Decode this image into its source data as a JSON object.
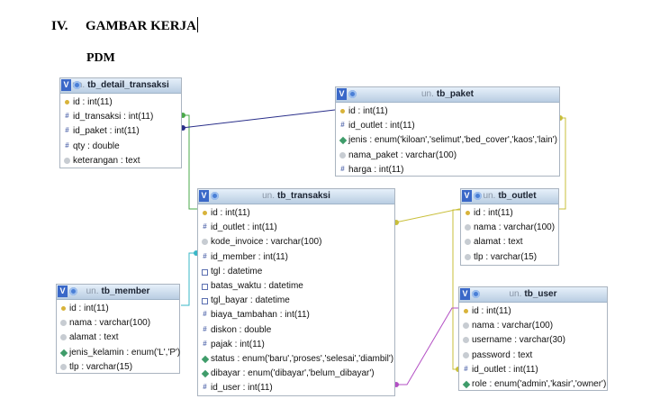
{
  "heading": {
    "number": "IV.",
    "title": "GAMBAR KERJA"
  },
  "subheading": "PDM",
  "tables": {
    "detail": {
      "prefix": "un.",
      "name": "tb_detail_transaksi",
      "fields": [
        {
          "label": "id : int(11)",
          "icon": "key"
        },
        {
          "label": "id_transaksi : int(11)",
          "icon": "num"
        },
        {
          "label": "id_paket : int(11)",
          "icon": "num"
        },
        {
          "label": "qty : double",
          "icon": "num"
        },
        {
          "label": "keterangan : text",
          "icon": "txt"
        }
      ]
    },
    "paket": {
      "prefix": "un.",
      "name": "tb_paket",
      "fields": [
        {
          "label": "id : int(11)",
          "icon": "key"
        },
        {
          "label": "id_outlet : int(11)",
          "icon": "num"
        },
        {
          "label": "jenis : enum('kiloan','selimut','bed_cover','kaos','lain')",
          "icon": "enm"
        },
        {
          "label": "nama_paket : varchar(100)",
          "icon": "txt"
        },
        {
          "label": "harga : int(11)",
          "icon": "num"
        }
      ]
    },
    "transaksi": {
      "prefix": "un.",
      "name": "tb_transaksi",
      "fields": [
        {
          "label": "id : int(11)",
          "icon": "key"
        },
        {
          "label": "id_outlet : int(11)",
          "icon": "num"
        },
        {
          "label": "kode_invoice : varchar(100)",
          "icon": "txt"
        },
        {
          "label": "id_member : int(11)",
          "icon": "num"
        },
        {
          "label": "tgl : datetime",
          "icon": "dt"
        },
        {
          "label": "batas_waktu : datetime",
          "icon": "dt"
        },
        {
          "label": "tgl_bayar : datetime",
          "icon": "dt"
        },
        {
          "label": "biaya_tambahan : int(11)",
          "icon": "num"
        },
        {
          "label": "diskon : double",
          "icon": "num"
        },
        {
          "label": "pajak : int(11)",
          "icon": "num"
        },
        {
          "label": "status : enum('baru','proses','selesai','diambil')",
          "icon": "enm"
        },
        {
          "label": "dibayar : enum('dibayar','belum_dibayar')",
          "icon": "enm"
        },
        {
          "label": "id_user : int(11)",
          "icon": "num"
        }
      ]
    },
    "outlet": {
      "prefix": "un.",
      "name": "tb_outlet",
      "fields": [
        {
          "label": "id : int(11)",
          "icon": "key"
        },
        {
          "label": "nama : varchar(100)",
          "icon": "txt"
        },
        {
          "label": "alamat : text",
          "icon": "txt"
        },
        {
          "label": "tlp : varchar(15)",
          "icon": "txt"
        }
      ]
    },
    "member": {
      "prefix": "un.",
      "name": "tb_member",
      "fields": [
        {
          "label": "id : int(11)",
          "icon": "key"
        },
        {
          "label": "nama : varchar(100)",
          "icon": "txt"
        },
        {
          "label": "alamat : text",
          "icon": "txt"
        },
        {
          "label": "jenis_kelamin : enum('L','P')",
          "icon": "enm"
        },
        {
          "label": "tlp : varchar(15)",
          "icon": "txt"
        }
      ]
    },
    "user": {
      "prefix": "un.",
      "name": "tb_user",
      "fields": [
        {
          "label": "id : int(11)",
          "icon": "key"
        },
        {
          "label": "nama : varchar(100)",
          "icon": "txt"
        },
        {
          "label": "username : varchar(30)",
          "icon": "txt"
        },
        {
          "label": "password : text",
          "icon": "txt"
        },
        {
          "label": "id_outlet : int(11)",
          "icon": "num"
        },
        {
          "label": "role : enum('admin','kasir','owner')",
          "icon": "enm"
        }
      ]
    }
  },
  "colors": {
    "header_bg": "#c9daec",
    "border": "#aab4c0",
    "relation_green": "#4aa84a",
    "relation_navy": "#2a2f8a",
    "relation_olive": "#c9bf3a",
    "relation_cyan": "#39b7c7",
    "relation_purple": "#b34fc4",
    "key_icon": "#d8b33a"
  }
}
